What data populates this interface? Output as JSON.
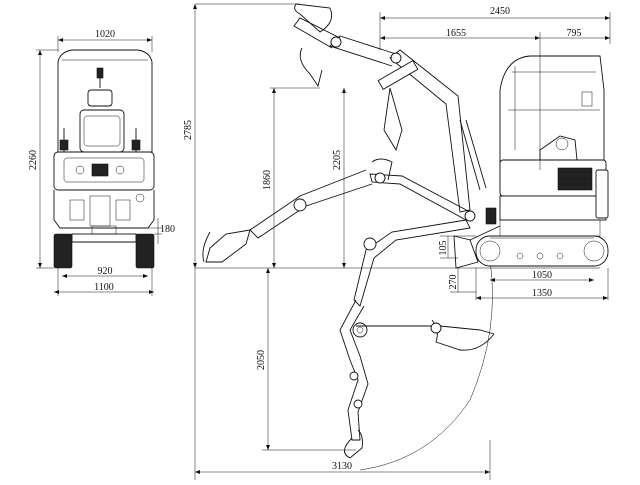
{
  "drawing": {
    "front_view": {
      "width_top": "1020",
      "height_total": "2260",
      "ground_clearance": "180",
      "track_inner_width": "920",
      "track_outer_width": "1100"
    },
    "side_view": {
      "overall_length": "2450",
      "upper_length": "1655",
      "tail_length": "795",
      "max_dig_height": "2785",
      "max_dump_height": "2205",
      "dump_height_stick_in": "1860",
      "blade_lift": "105",
      "blade_depth": "270",
      "track_length": "1050",
      "undercarriage_length": "1350",
      "max_dig_depth": "2050",
      "max_reach": "3130"
    }
  }
}
